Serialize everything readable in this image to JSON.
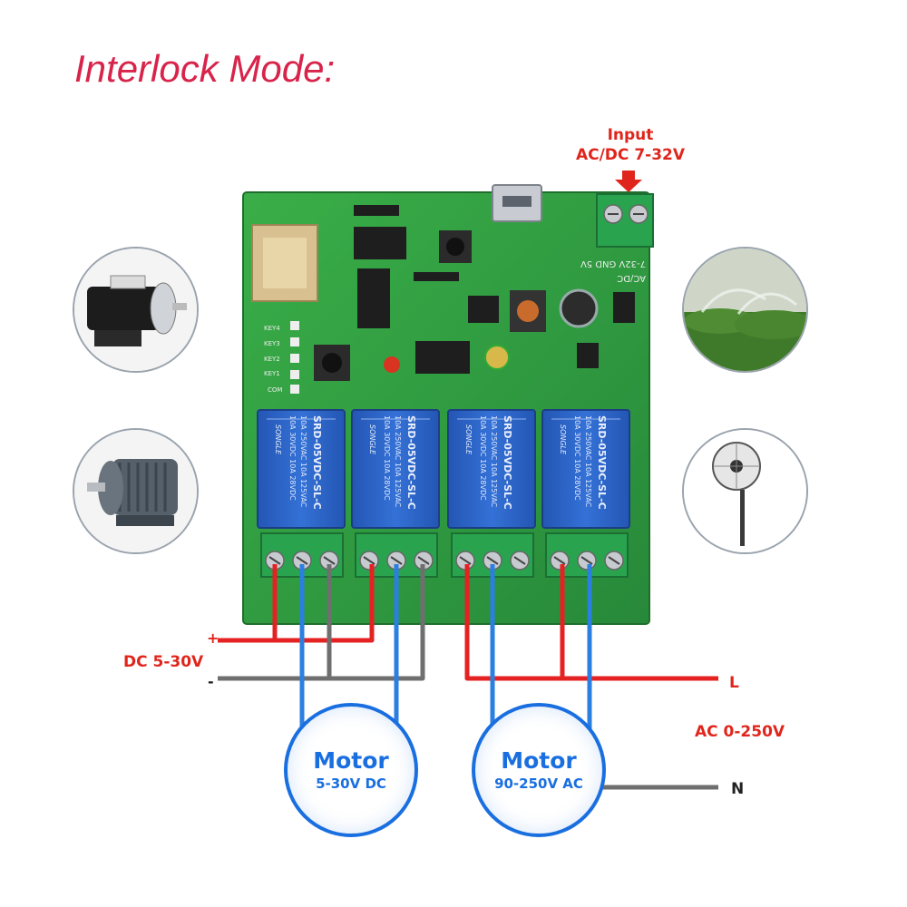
{
  "title": "Interlock Mode:",
  "input": {
    "line1": "Input",
    "line2": "AC/DC 7-32V"
  },
  "board": {
    "key_labels": [
      "KEY4",
      "KEY3",
      "KEY2",
      "KEY1",
      "COM"
    ],
    "power_terminal_label": "7-32V GND 5V",
    "power_terminal_label2": "AC/DC",
    "relay_brand": "SONGLE",
    "relay_model": "SRD-05VDC-SL-C",
    "relay_rating_1": "10A 250VAC 10A 125VAC",
    "relay_rating_2": "10A 30VDC 10A 28VDC"
  },
  "dc_supply": {
    "label": "DC 5-30V",
    "plus": "+",
    "minus": "-"
  },
  "ac_supply": {
    "label": "AC 0-250V",
    "live": "L",
    "neutral": "N"
  },
  "motors": [
    {
      "title": "Motor",
      "rating": "5-30V DC"
    },
    {
      "title": "Motor",
      "rating": "90-250V AC"
    }
  ],
  "thumbnails": [
    "dc-motor-photo",
    "ac-motor-photo",
    "garden-sprinkler-photo",
    "standing-fan-photo"
  ],
  "colors": {
    "title": "#d8244a",
    "label_red": "#e0261c",
    "pcb": "#2f9e3c",
    "relay": "#2b63c8",
    "wire_red": "#e52222",
    "wire_blue": "#2a7fe0",
    "wire_gray": "#6f6f6f",
    "motor_ring": "#1a6fe0"
  }
}
